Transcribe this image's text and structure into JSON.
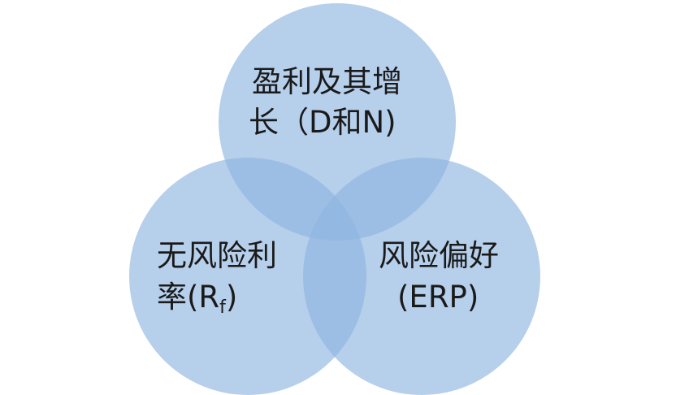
{
  "diagram": {
    "colors": {
      "circle_fill": "#8fb5e0",
      "text": "#1a1a1a"
    },
    "top": {
      "line1": "盈利及其增",
      "line2": "长（D和N)"
    },
    "left": {
      "line1": "无风险利",
      "line2_main": "率(R",
      "line2_sub": "f",
      "line2_end": ")"
    },
    "right": {
      "line1": "风险偏好",
      "line2": "(ERP)"
    }
  }
}
